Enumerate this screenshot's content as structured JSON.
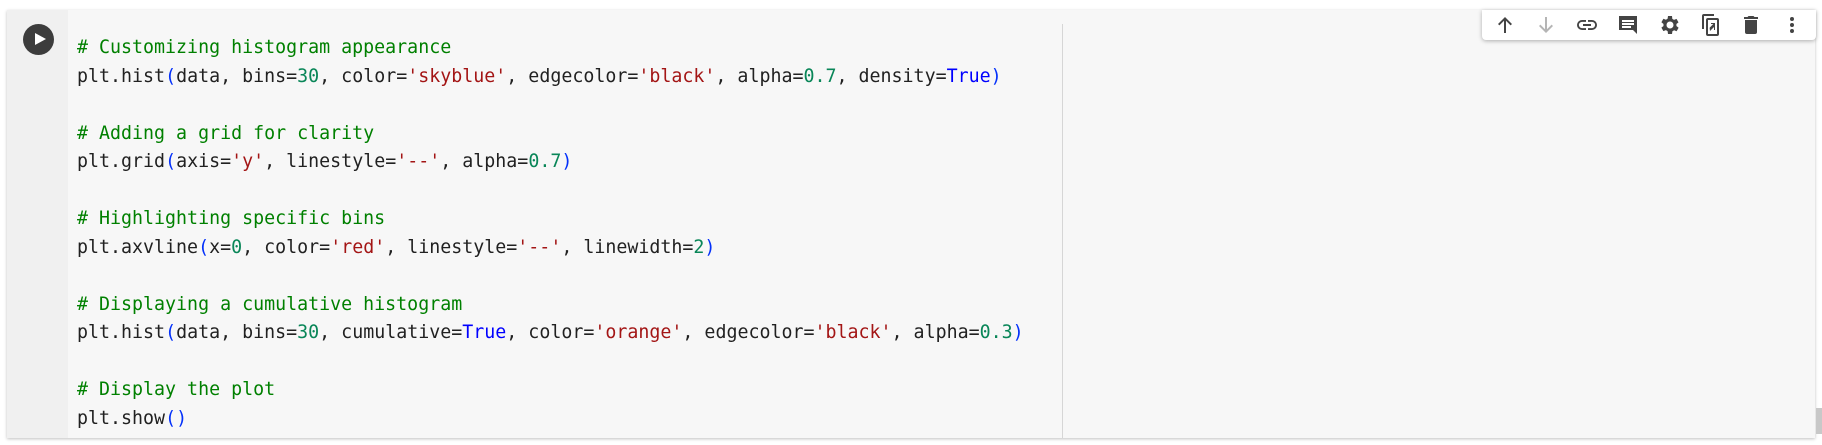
{
  "cell": {
    "run_button_label": "Run cell",
    "code_lines": [
      [
        {
          "t": "# Customizing histogram appearance",
          "c": "cm"
        }
      ],
      [
        {
          "t": "plt.hist",
          "c": ""
        },
        {
          "t": "(",
          "c": "br"
        },
        {
          "t": "data, bins=",
          "c": ""
        },
        {
          "t": "30",
          "c": "num"
        },
        {
          "t": ", color=",
          "c": ""
        },
        {
          "t": "'skyblue'",
          "c": "str"
        },
        {
          "t": ", edgecolor=",
          "c": ""
        },
        {
          "t": "'black'",
          "c": "str"
        },
        {
          "t": ", alpha=",
          "c": ""
        },
        {
          "t": "0.7",
          "c": "num"
        },
        {
          "t": ", density=",
          "c": ""
        },
        {
          "t": "True",
          "c": "kw"
        },
        {
          "t": ")",
          "c": "br"
        }
      ],
      [],
      [
        {
          "t": "# Adding a grid for clarity",
          "c": "cm"
        }
      ],
      [
        {
          "t": "plt.grid",
          "c": ""
        },
        {
          "t": "(",
          "c": "br"
        },
        {
          "t": "axis=",
          "c": ""
        },
        {
          "t": "'y'",
          "c": "str"
        },
        {
          "t": ", linestyle=",
          "c": ""
        },
        {
          "t": "'--'",
          "c": "str"
        },
        {
          "t": ", alpha=",
          "c": ""
        },
        {
          "t": "0.7",
          "c": "num"
        },
        {
          "t": ")",
          "c": "br"
        }
      ],
      [],
      [
        {
          "t": "# Highlighting specific bins",
          "c": "cm"
        }
      ],
      [
        {
          "t": "plt.axvline",
          "c": ""
        },
        {
          "t": "(",
          "c": "br"
        },
        {
          "t": "x=",
          "c": ""
        },
        {
          "t": "0",
          "c": "num"
        },
        {
          "t": ", color=",
          "c": ""
        },
        {
          "t": "'red'",
          "c": "str"
        },
        {
          "t": ", linestyle=",
          "c": ""
        },
        {
          "t": "'--'",
          "c": "str"
        },
        {
          "t": ", linewidth=",
          "c": ""
        },
        {
          "t": "2",
          "c": "num"
        },
        {
          "t": ")",
          "c": "br"
        }
      ],
      [],
      [
        {
          "t": "# Displaying a cumulative histogram",
          "c": "cm"
        }
      ],
      [
        {
          "t": "plt.hist",
          "c": ""
        },
        {
          "t": "(",
          "c": "br"
        },
        {
          "t": "data, bins=",
          "c": ""
        },
        {
          "t": "30",
          "c": "num"
        },
        {
          "t": ", cumulative=",
          "c": ""
        },
        {
          "t": "True",
          "c": "kw"
        },
        {
          "t": ", color=",
          "c": ""
        },
        {
          "t": "'orange'",
          "c": "str"
        },
        {
          "t": ", edgecolor=",
          "c": ""
        },
        {
          "t": "'black'",
          "c": "str"
        },
        {
          "t": ", alpha=",
          "c": ""
        },
        {
          "t": "0.3",
          "c": "num"
        },
        {
          "t": ")",
          "c": "br"
        }
      ],
      [],
      [
        {
          "t": "# Display the plot",
          "c": "cm"
        }
      ],
      [
        {
          "t": "plt.show",
          "c": ""
        },
        {
          "t": "()",
          "c": "br"
        }
      ]
    ]
  },
  "toolbar": {
    "icons": [
      {
        "name": "move-up-icon",
        "enabled": true
      },
      {
        "name": "move-down-icon",
        "enabled": false
      },
      {
        "name": "link-icon",
        "enabled": true
      },
      {
        "name": "comment-icon",
        "enabled": true
      },
      {
        "name": "settings-icon",
        "enabled": true
      },
      {
        "name": "mirror-cell-icon",
        "enabled": true
      },
      {
        "name": "delete-icon",
        "enabled": true
      },
      {
        "name": "more-options-icon",
        "enabled": true
      }
    ]
  },
  "colors": {
    "comment": "#008000",
    "string": "#a31515",
    "number": "#098658",
    "keyword": "#0000ff",
    "bracket": "#0431fa"
  }
}
